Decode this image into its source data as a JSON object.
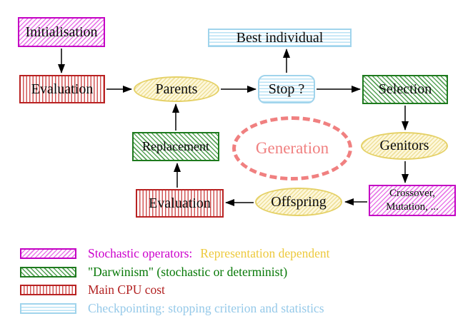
{
  "nodes": {
    "initialisation": "Initialisation",
    "evaluation_top": "Evaluation",
    "parents": "Parents",
    "stop": "Stop ?",
    "best_individual": "Best individual",
    "selection": "Selection",
    "genitors": "Genitors",
    "crossover_line1": "Crossover,",
    "crossover_line2": "Mutation, ...",
    "offspring": "Offspring",
    "evaluation_bottom": "Evaluation",
    "replacement": "Replacement",
    "generation": "Generation"
  },
  "legend": {
    "items": [
      {
        "swatch": "magenta-hatch",
        "text1": "Stochastic operators:",
        "text2": "Representation dependent",
        "color1": "#cc00cc",
        "color2": "#edc93c"
      },
      {
        "swatch": "green-hatch",
        "text1": "\"Darwinism\" (stochastic or determinist)",
        "color1": "#067806"
      },
      {
        "swatch": "red-vertical-stripes",
        "text1": "Main CPU cost",
        "color1": "#b22222"
      },
      {
        "swatch": "cyan-horizontal-stripes",
        "text1": "Checkpointing: stopping criterion and statistics",
        "color1": "#95c9e9"
      }
    ]
  },
  "colors": {
    "magenta_border": "#c400c4",
    "magenta_hatch": "#e87ae8",
    "green_border": "#1e7a1e",
    "green_hatch": "#55a155",
    "red_border": "#b92222",
    "red_stripe": "#d15757",
    "cyan_border": "#a0d4ec",
    "cyan_stripe": "#b8e2f4",
    "yellow_border": "#e5d167",
    "yellow_hatch": "#efe09a",
    "generation_dash": "#f08080",
    "arrow": "#000000"
  }
}
